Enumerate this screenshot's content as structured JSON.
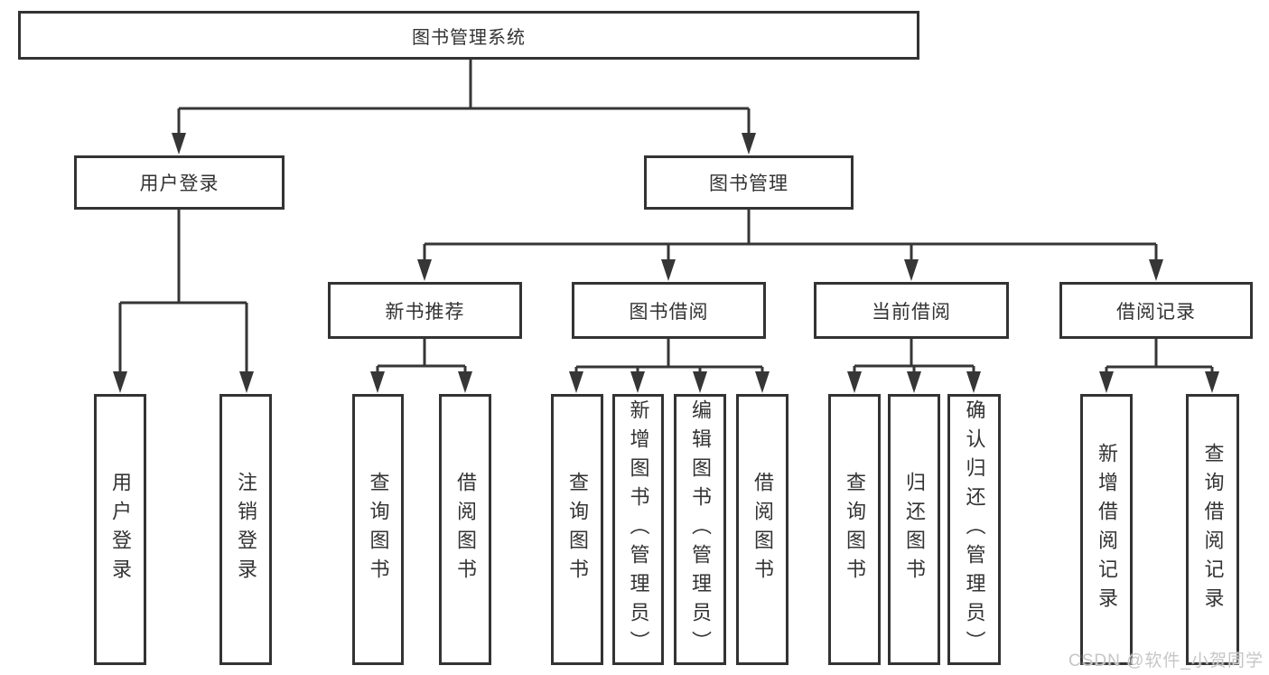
{
  "diagram": {
    "root": {
      "label": "图书管理系统"
    },
    "branches": [
      {
        "label": "用户登录",
        "children": [
          {
            "label": "用户登录"
          },
          {
            "label": "注销登录"
          }
        ]
      },
      {
        "label": "图书管理",
        "children": [
          {
            "label": "新书推荐",
            "children": [
              {
                "label": "查询图书"
              },
              {
                "label": "借阅图书"
              }
            ]
          },
          {
            "label": "图书借阅",
            "children": [
              {
                "label": "查询图书"
              },
              {
                "label": "新增图书（管理员）"
              },
              {
                "label": "编辑图书（管理员）"
              },
              {
                "label": "借阅图书"
              }
            ]
          },
          {
            "label": "当前借阅",
            "children": [
              {
                "label": "查询图书"
              },
              {
                "label": "归还图书"
              },
              {
                "label": "确认归还（管理员）"
              }
            ]
          },
          {
            "label": "借阅记录",
            "children": [
              {
                "label": "新增借阅记录"
              },
              {
                "label": "查询借阅记录"
              }
            ]
          }
        ]
      }
    ]
  },
  "colors": {
    "line": "#333333",
    "text": "#333333",
    "box_background": "#ffffff",
    "watermark": "#c6c6c6"
  },
  "watermark": {
    "text": "CSDN @软件_小贺同学"
  }
}
